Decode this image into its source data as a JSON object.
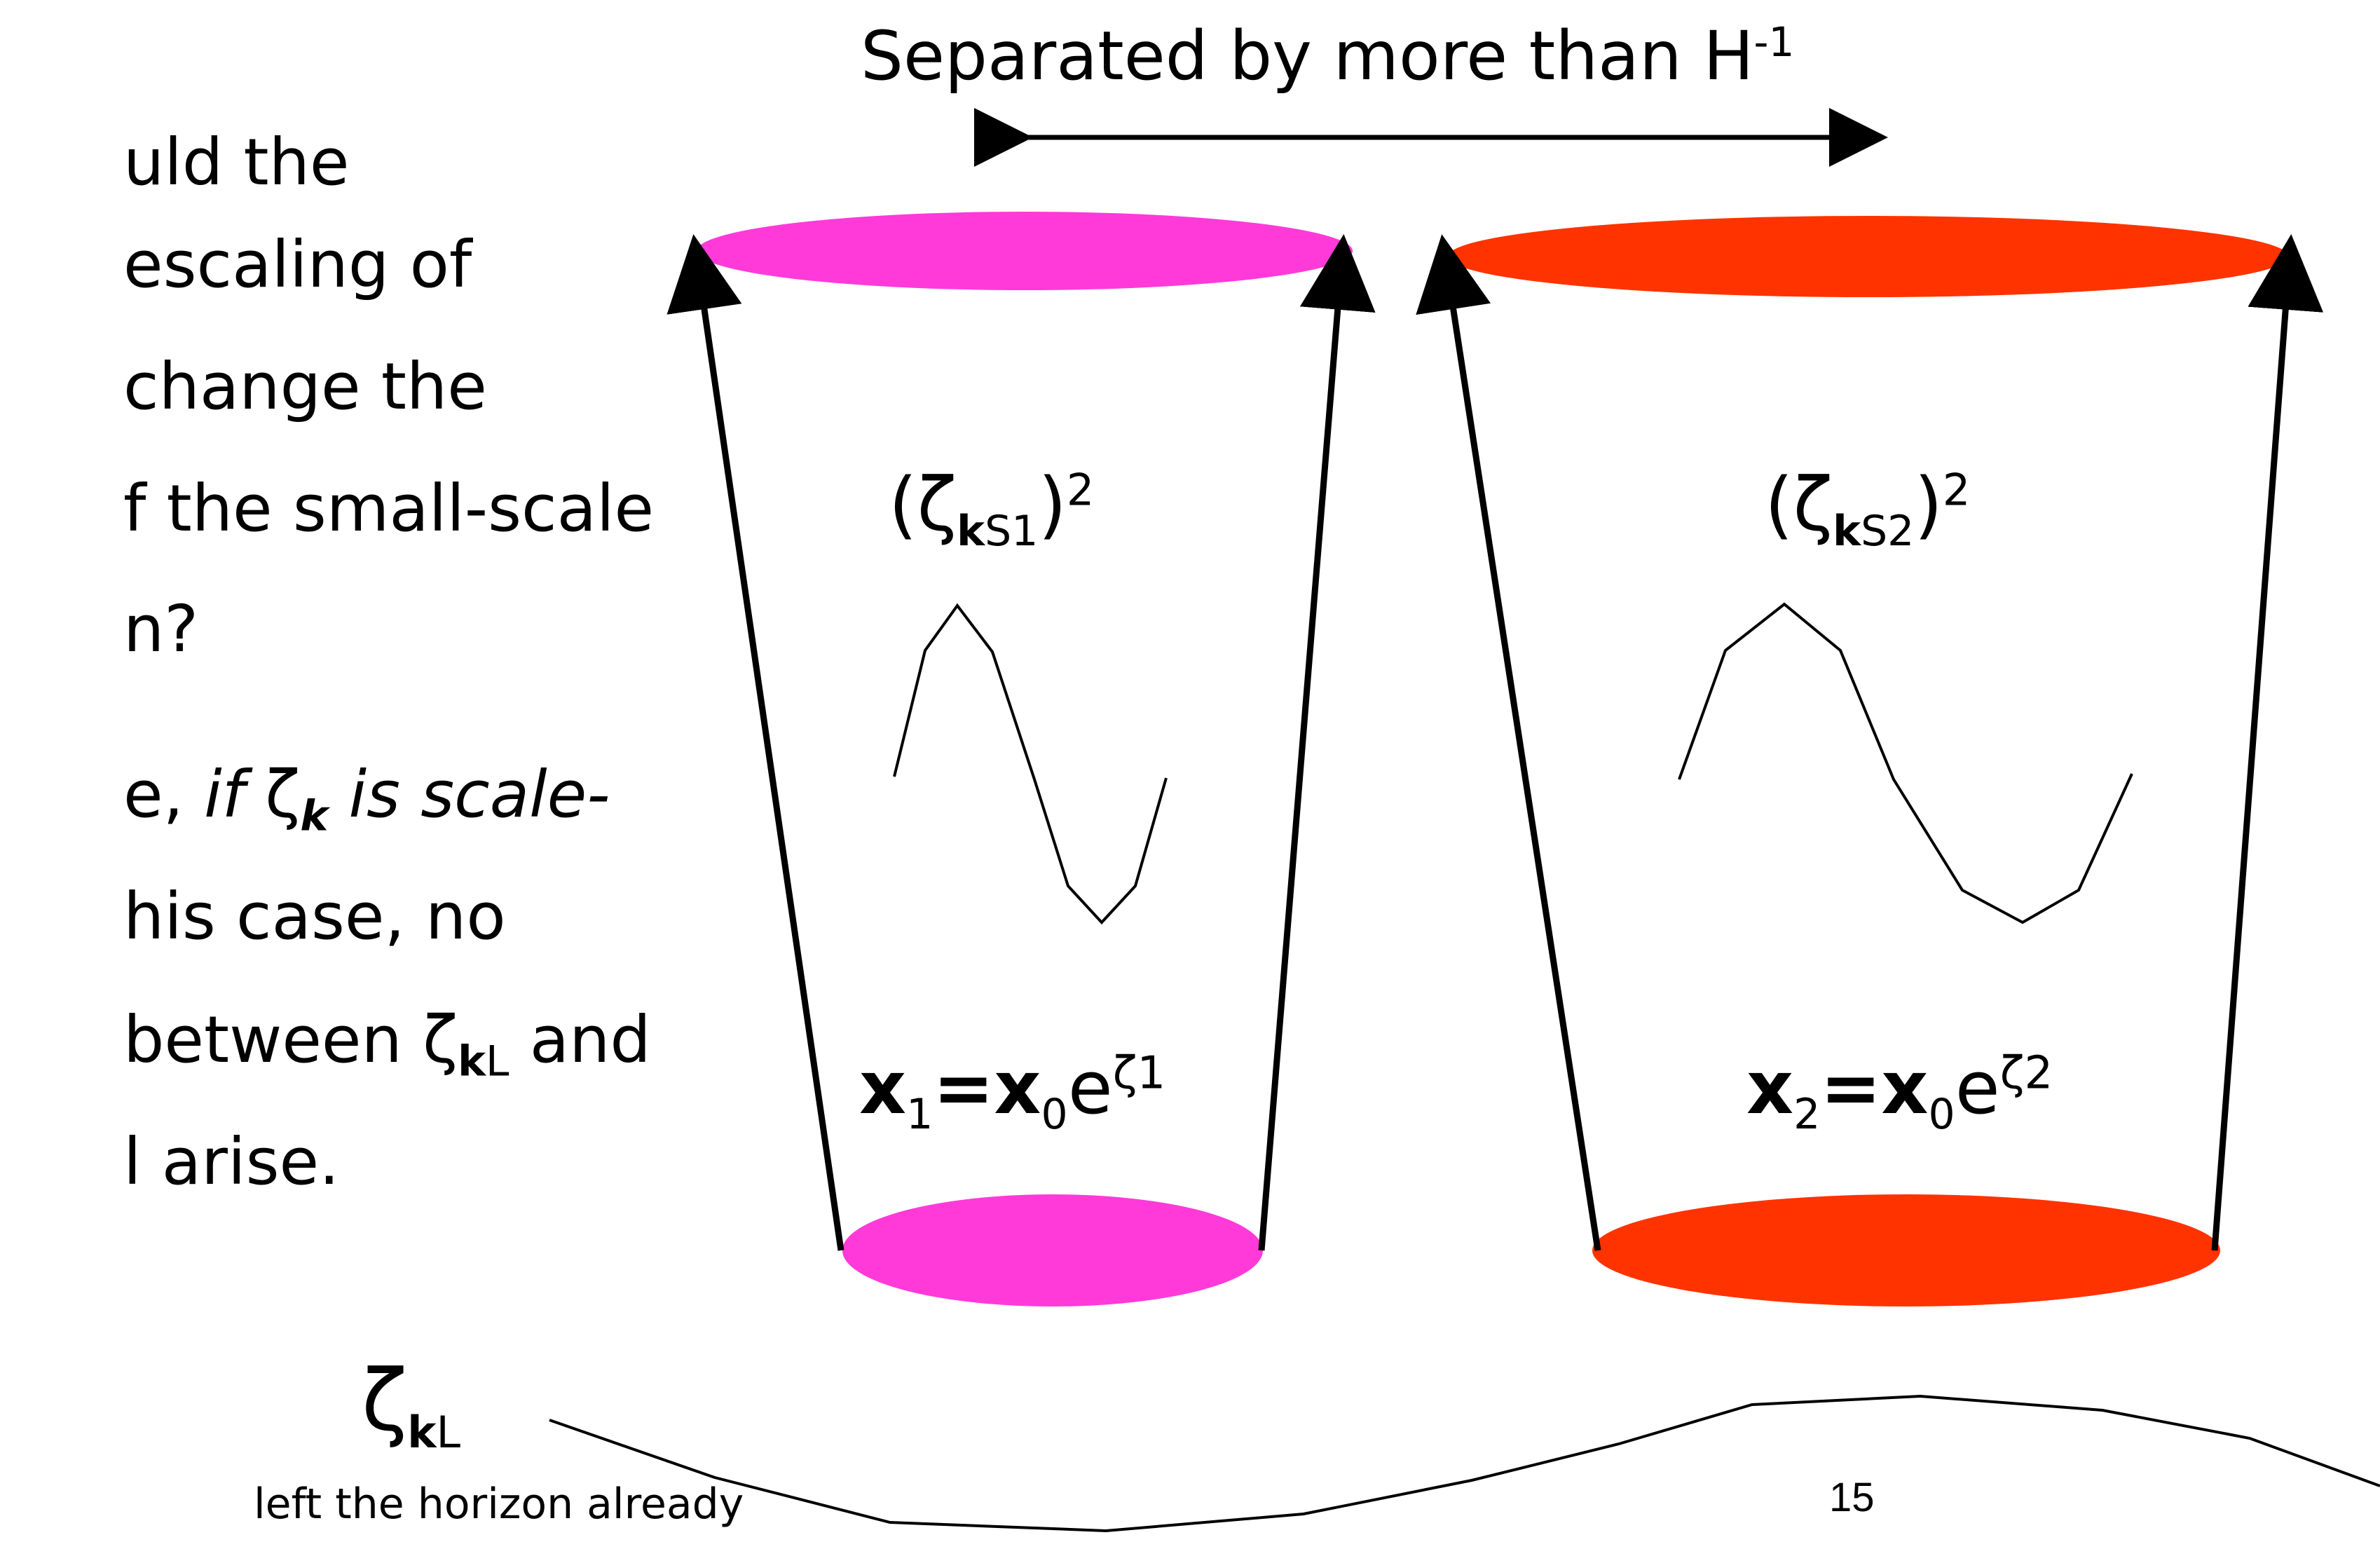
{
  "left_text": {
    "line1": "uld the",
    "line2": "escaling of",
    "line3": "change the",
    "line4": "f the small-scale",
    "line5": "n?",
    "line6_a": "e, ",
    "line6_b": "if ",
    "line6_zeta": "ζ",
    "line6_k": "k",
    "line6_c": " is scale-",
    "line7": "his case, no",
    "line8_a": "between ",
    "line8_zeta": "ζ",
    "line8_k": "k",
    "line8_L": "L",
    "line8_b": " and",
    "line9": "l arise."
  },
  "header": {
    "text": "Separated by more than H",
    "sup": "-1"
  },
  "bucket1": {
    "power_open": "(ζ",
    "power_k": "k",
    "power_sub": "S1",
    "power_close": ")",
    "power_exp": "2",
    "coord_x": "x",
    "coord_x_sub": "1",
    "coord_eq": "=",
    "coord_x0": "x",
    "coord_x0_sub": "0",
    "coord_e": "e",
    "coord_exp": "ζ1",
    "top_color": "#ff3ad9",
    "bottom_color": "#ff3ad9"
  },
  "bucket2": {
    "power_open": "(ζ",
    "power_k": "k",
    "power_sub": "S2",
    "power_close": ")",
    "power_exp": "2",
    "coord_x": "x",
    "coord_x_sub": "2",
    "coord_eq": "=",
    "coord_x0": "x",
    "coord_x0_sub": "0",
    "coord_e": "e",
    "coord_exp": "ζ2",
    "top_color": "#ff3300",
    "bottom_color": "#ff3300"
  },
  "long_mode": {
    "zeta": "ζ",
    "k": "k",
    "sub": "L",
    "caption": "left the horizon already"
  },
  "page_number": "15"
}
